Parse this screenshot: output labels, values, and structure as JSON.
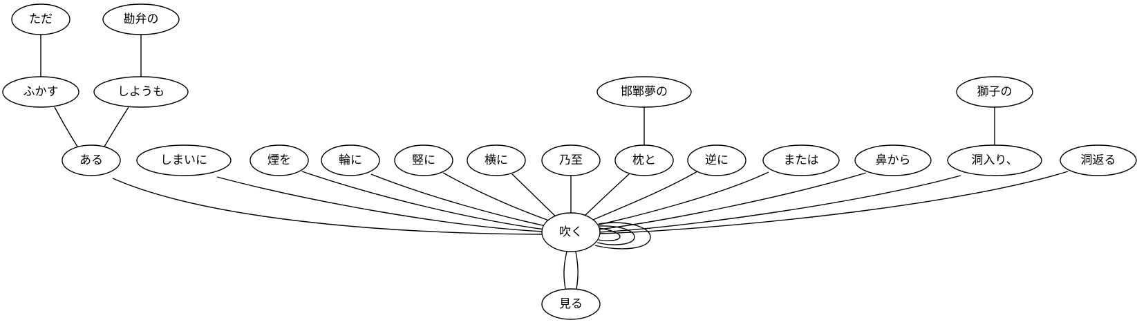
{
  "graph": {
    "nodes": {
      "tada": "ただ",
      "kanben": "勘弁の",
      "fukasu": "ふかす",
      "shiyoumo": "しようも",
      "kantan": "邯鄲夢の",
      "shishi": "獅子の",
      "aru": "ある",
      "shimaini": "しまいに",
      "kemurio": "煙を",
      "wani": "輪に",
      "tateni": "竪に",
      "yokoni": "横に",
      "naishi": "乃至",
      "makurato": "枕と",
      "gyakuni": "逆に",
      "matawa": "または",
      "hanakara": "鼻から",
      "horairi": "洞入り、",
      "horagaeru": "洞返る",
      "fuku": "吹く",
      "miru": "見る"
    },
    "edges": [
      [
        "tada",
        "fukasu"
      ],
      [
        "kanben",
        "shiyoumo"
      ],
      [
        "fukasu",
        "aru"
      ],
      [
        "shiyoumo",
        "aru"
      ],
      [
        "kantan",
        "makurato"
      ],
      [
        "shishi",
        "horairi"
      ],
      [
        "aru",
        "fuku"
      ],
      [
        "shimaini",
        "fuku"
      ],
      [
        "kemurio",
        "fuku"
      ],
      [
        "wani",
        "fuku"
      ],
      [
        "tateni",
        "fuku"
      ],
      [
        "yokoni",
        "fuku"
      ],
      [
        "naishi",
        "fuku"
      ],
      [
        "makurato",
        "fuku"
      ],
      [
        "gyakuni",
        "fuku"
      ],
      [
        "matawa",
        "fuku"
      ],
      [
        "hanakara",
        "fuku"
      ],
      [
        "horairi",
        "fuku"
      ],
      [
        "horagaeru",
        "fuku"
      ],
      [
        "fuku",
        "miru"
      ],
      [
        "fuku",
        "miru"
      ],
      [
        "fuku",
        "fuku"
      ],
      [
        "fuku",
        "fuku"
      ],
      [
        "fuku",
        "fuku"
      ]
    ]
  }
}
